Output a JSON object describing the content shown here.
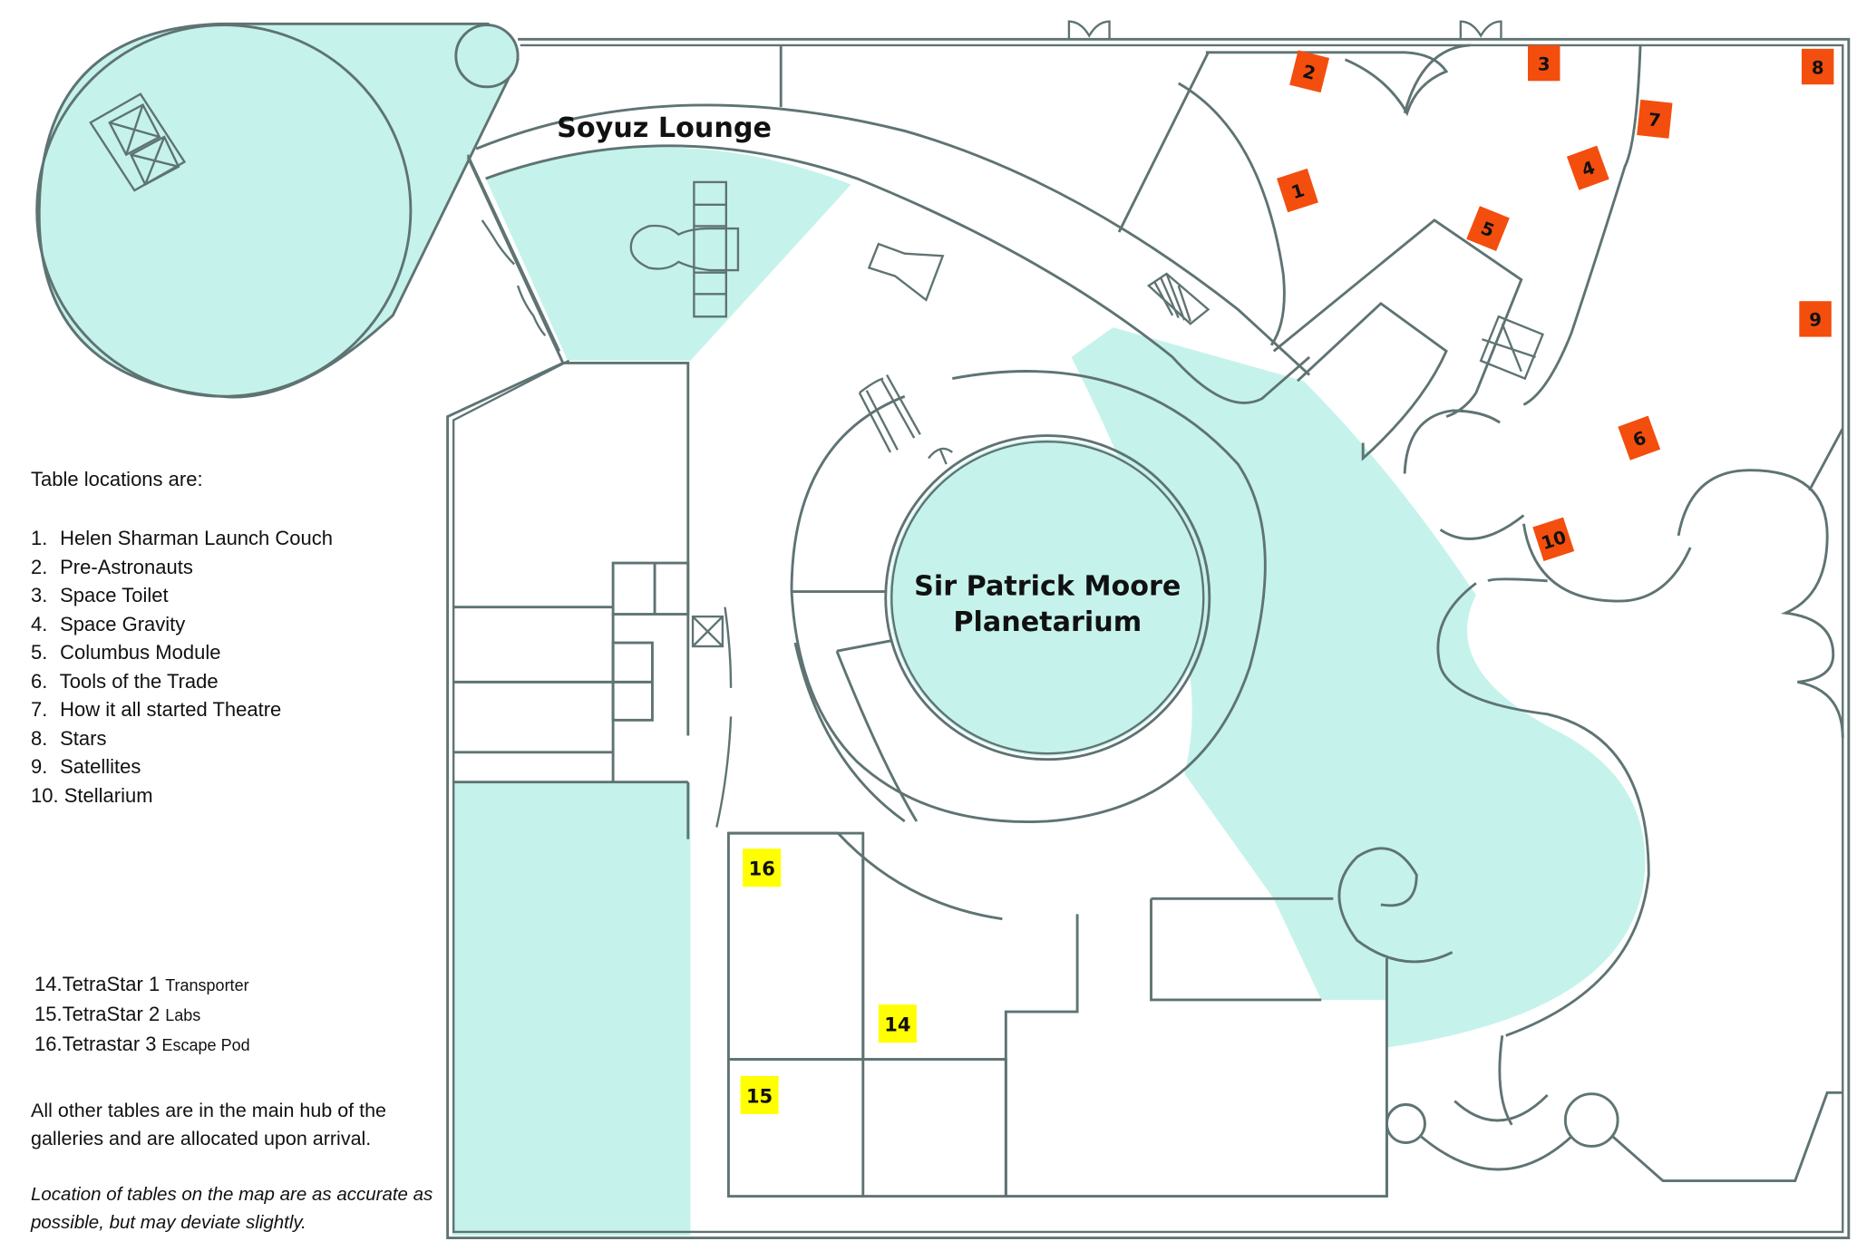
{
  "map": {
    "rooms": {
      "soyuz_lounge": "Soyuz Lounge",
      "planetarium_line1": "Sir Patrick Moore",
      "planetarium_line2": "Planetarium"
    },
    "colors": {
      "zone_fill": "#c5f3ec",
      "wall": "#5f7373",
      "gallery_marker": "#f34e0e",
      "tetrastar_marker": "#ffff00"
    },
    "gallery_markers": [
      {
        "id": "1",
        "label": "1"
      },
      {
        "id": "2",
        "label": "2"
      },
      {
        "id": "3",
        "label": "3"
      },
      {
        "id": "4",
        "label": "4"
      },
      {
        "id": "5",
        "label": "5"
      },
      {
        "id": "6",
        "label": "6"
      },
      {
        "id": "7",
        "label": "7"
      },
      {
        "id": "8",
        "label": "8"
      },
      {
        "id": "9",
        "label": "9"
      },
      {
        "id": "10",
        "label": "10"
      }
    ],
    "tetrastar_markers": [
      {
        "id": "14",
        "label": "14"
      },
      {
        "id": "15",
        "label": "15"
      },
      {
        "id": "16",
        "label": "16"
      }
    ]
  },
  "legend": {
    "title": "Table locations are:",
    "items": [
      {
        "num": "1.",
        "name": "Helen Sharman Launch Couch"
      },
      {
        "num": "2.",
        "name": "Pre-Astronauts"
      },
      {
        "num": "3.",
        "name": "Space Toilet"
      },
      {
        "num": "4.",
        "name": "Space Gravity"
      },
      {
        "num": "5.",
        "name": "Columbus Module"
      },
      {
        "num": "6.",
        "name": "Tools of the Trade"
      },
      {
        "num": "7.",
        "name": "How it all started Theatre"
      },
      {
        "num": "8.",
        "name": "Stars"
      },
      {
        "num": "9.",
        "name": "Satellites"
      },
      {
        "num": "10.",
        "name": "Stellarium"
      }
    ],
    "tetrastar": [
      {
        "num": "14.",
        "name": "TetraStar 1",
        "sub": "Transporter"
      },
      {
        "num": "15.",
        "name": "TetraStar 2",
        "sub": "Labs"
      },
      {
        "num": "16.",
        "name": "Tetrastar 3",
        "sub": "Escape Pod"
      }
    ],
    "note": "All other tables are in the main hub of the galleries and are allocated upon arrival.",
    "disclaimer": "Location of tables on the map are as accurate as possible, but may deviate slightly."
  }
}
